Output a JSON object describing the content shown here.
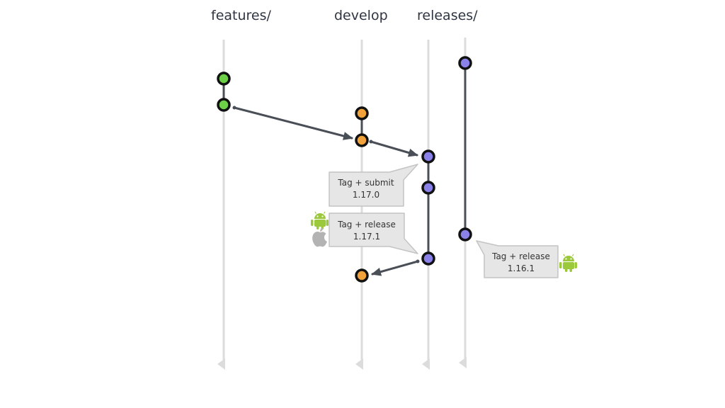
{
  "branches": {
    "features": {
      "label": "features/"
    },
    "develop": {
      "label": "develop"
    },
    "releases": {
      "label": "releases/"
    }
  },
  "colors": {
    "feature_commit": "#6cd147",
    "develop_commit": "#f2a23a",
    "release_commit": "#8a82e8",
    "commit_outline": "#111111",
    "lane": "#dcdcdc",
    "connector": "#4a4f57",
    "callout_fill": "#e6e6e6",
    "callout_border": "#c4c4c4",
    "android_green": "#9cc83c",
    "apple_gray": "#b3b3b3"
  },
  "callouts": {
    "submit_1_17_0": {
      "action": "Tag + submit",
      "version": "1.17.0"
    },
    "release_1_17_1": {
      "action": "Tag + release",
      "version": "1.17.1",
      "platforms": [
        "android-icon",
        "apple-icon"
      ]
    },
    "release_1_16_1": {
      "action": "Tag + release",
      "version": "1.16.1",
      "platforms": [
        "android-icon"
      ]
    }
  }
}
